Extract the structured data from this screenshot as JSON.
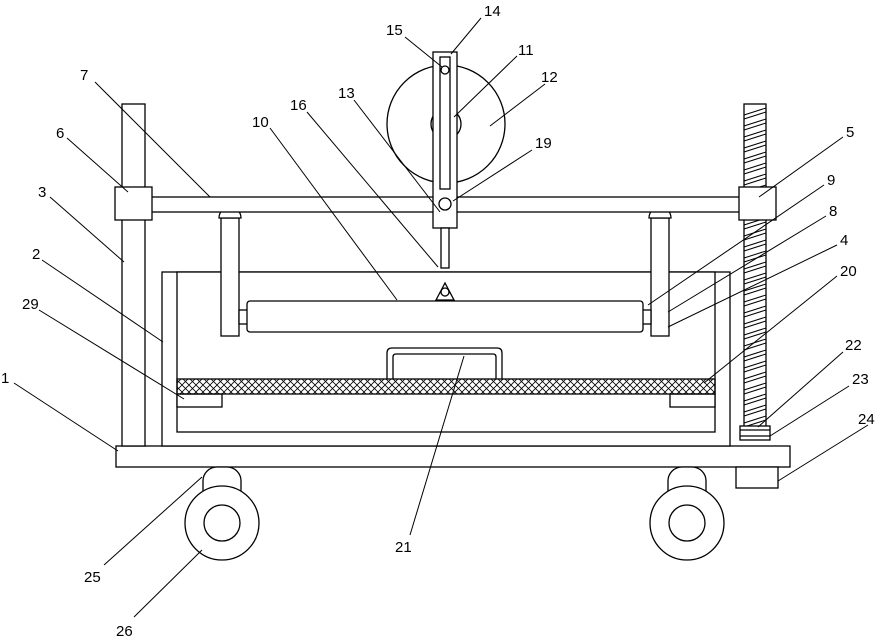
{
  "labels": [
    {
      "id": "1",
      "text": "1"
    },
    {
      "id": "2",
      "text": "2"
    },
    {
      "id": "3",
      "text": "3"
    },
    {
      "id": "4",
      "text": "4"
    },
    {
      "id": "5",
      "text": "5"
    },
    {
      "id": "6",
      "text": "6"
    },
    {
      "id": "7",
      "text": "7"
    },
    {
      "id": "8",
      "text": "8"
    },
    {
      "id": "9",
      "text": "9"
    },
    {
      "id": "10",
      "text": "10"
    },
    {
      "id": "11",
      "text": "11"
    },
    {
      "id": "12",
      "text": "12"
    },
    {
      "id": "13",
      "text": "13"
    },
    {
      "id": "14",
      "text": "14"
    },
    {
      "id": "15",
      "text": "15"
    },
    {
      "id": "16",
      "text": "16"
    },
    {
      "id": "19",
      "text": "19"
    },
    {
      "id": "20",
      "text": "20"
    },
    {
      "id": "21",
      "text": "21"
    },
    {
      "id": "22",
      "text": "22"
    },
    {
      "id": "23",
      "text": "23"
    },
    {
      "id": "24",
      "text": "24"
    },
    {
      "id": "25",
      "text": "25"
    },
    {
      "id": "26",
      "text": "26"
    },
    {
      "id": "29",
      "text": "29"
    }
  ],
  "colors": {
    "line": "#000000",
    "background": "#ffffff"
  }
}
